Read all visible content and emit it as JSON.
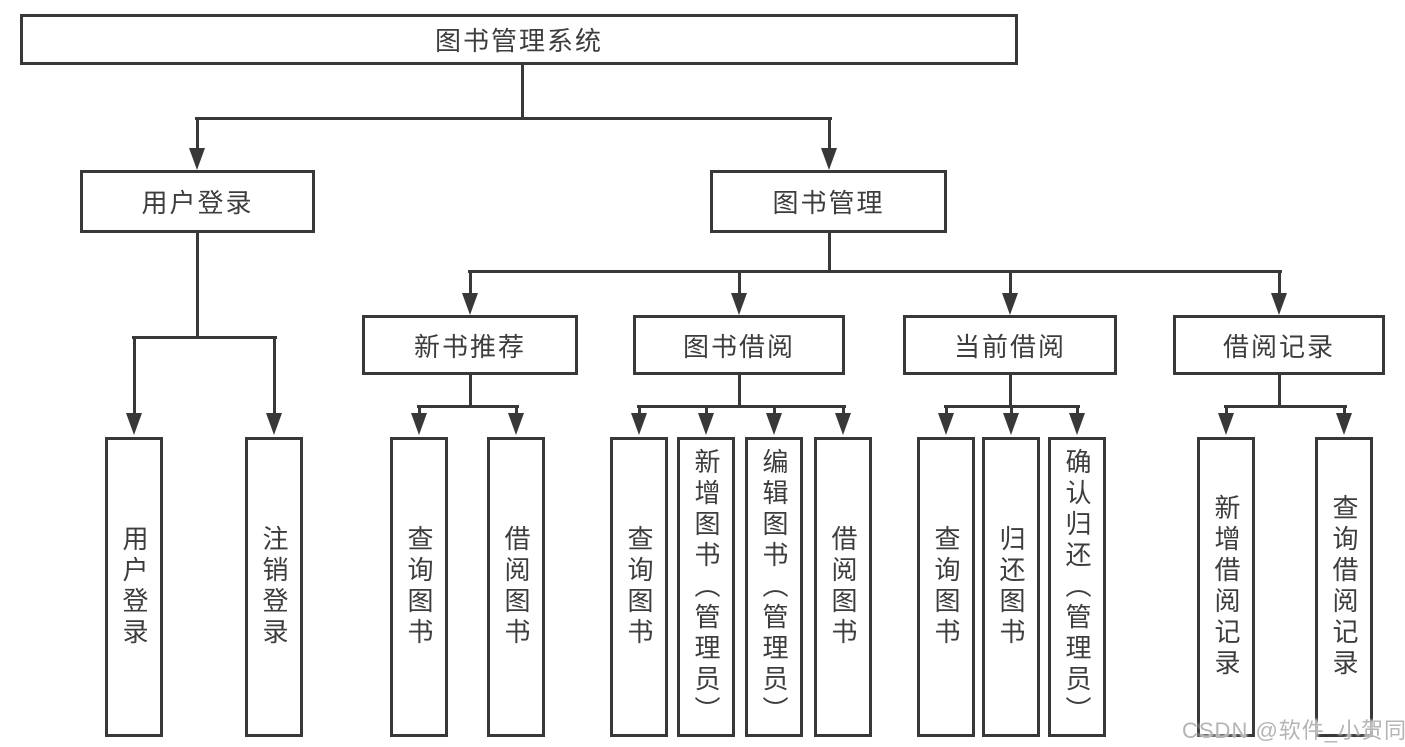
{
  "tree": {
    "root": {
      "label": "图书管理系统"
    },
    "branches": [
      {
        "label": "用户登录",
        "children": [
          {
            "label": "用户登录"
          },
          {
            "label": "注销登录"
          }
        ]
      },
      {
        "label": "图书管理",
        "children": [
          {
            "label": "新书推荐",
            "children": [
              {
                "label": "查询图书"
              },
              {
                "label": "借阅图书"
              }
            ]
          },
          {
            "label": "图书借阅",
            "children": [
              {
                "label": "查询图书"
              },
              {
                "label": "新增图书（管理员）"
              },
              {
                "label": "编辑图书（管理员）"
              },
              {
                "label": "借阅图书"
              }
            ]
          },
          {
            "label": "当前借阅",
            "children": [
              {
                "label": "查询图书"
              },
              {
                "label": "归还图书"
              },
              {
                "label": "确认归还（管理员）"
              }
            ]
          },
          {
            "label": "借阅记录",
            "children": [
              {
                "label": "新增借阅记录"
              },
              {
                "label": "查询借阅记录"
              }
            ]
          }
        ]
      }
    ]
  },
  "watermark": {
    "text": "CSDN @软件_小贺同学"
  },
  "colors": {
    "line": "#383838",
    "node_border": "#383838",
    "text": "#3d3d3d",
    "watermark": "#b5b5b5",
    "background": "#ffffff"
  }
}
